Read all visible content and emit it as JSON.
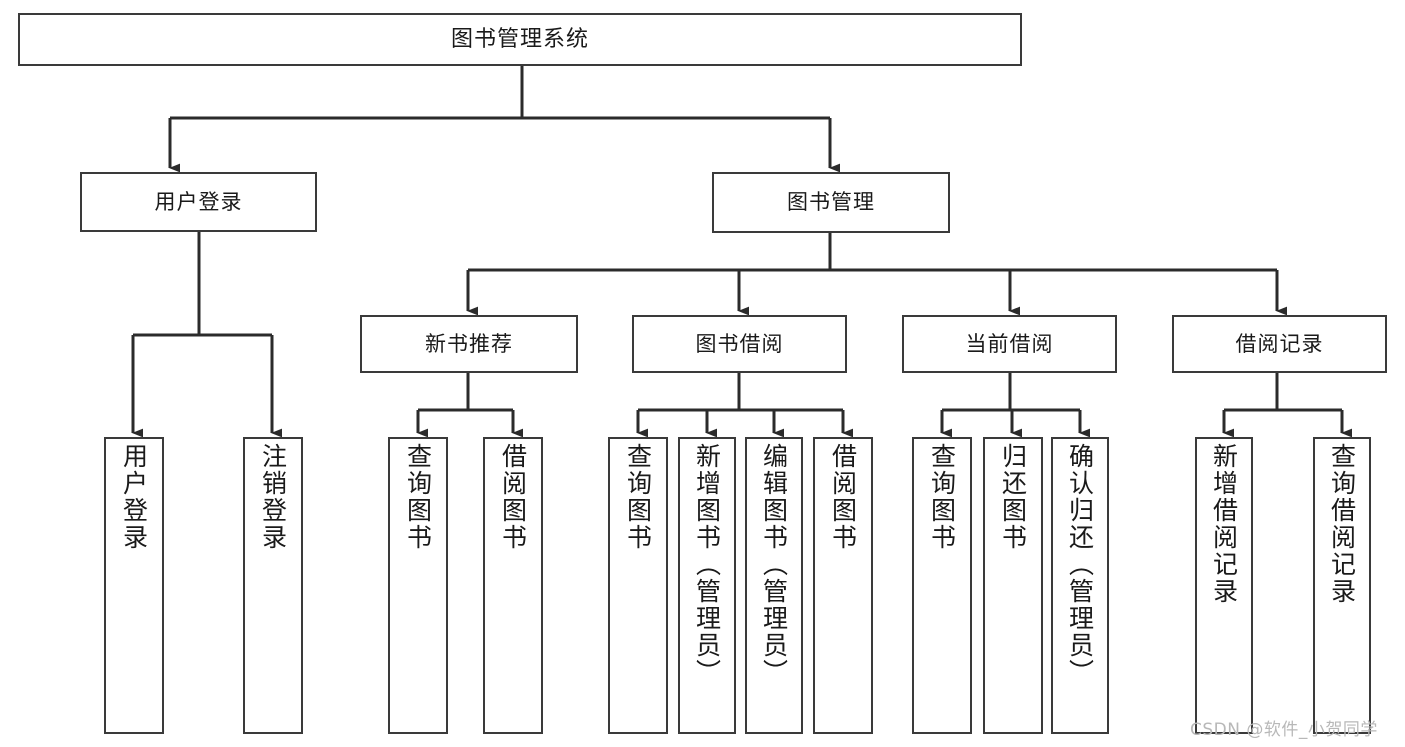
{
  "diagram": {
    "type": "tree",
    "title": "图书管理系统",
    "watermark": "CSDN @软件_小贺同学",
    "colors": {
      "border": "#3a3a3a",
      "background": "#ffffff",
      "text": "#1a1a1a",
      "edge": "#2b2b2b",
      "watermark": "#b8b8b8"
    },
    "levels": {
      "root": {
        "label": "图书管理系统"
      },
      "level2": [
        {
          "label": "用户登录"
        },
        {
          "label": "图书管理"
        }
      ],
      "level3": [
        {
          "label": "新书推荐"
        },
        {
          "label": "图书借阅"
        },
        {
          "label": "当前借阅"
        },
        {
          "label": "借阅记录"
        }
      ],
      "leaves": {
        "user_login": [
          {
            "label": "用户登录"
          },
          {
            "label": "注销登录"
          }
        ],
        "new_book": [
          {
            "label": "查询图书"
          },
          {
            "label": "借阅图书"
          }
        ],
        "book_borrow": [
          {
            "label": "查询图书"
          },
          {
            "label": "新增图书（管理员）"
          },
          {
            "label": "编辑图书（管理员）"
          },
          {
            "label": "借阅图书"
          }
        ],
        "current_borrow": [
          {
            "label": "查询图书"
          },
          {
            "label": "归还图书"
          },
          {
            "label": "确认归还（管理员）"
          }
        ],
        "borrow_record": [
          {
            "label": "新增借阅记录"
          },
          {
            "label": "查询借阅记录"
          }
        ]
      }
    }
  }
}
